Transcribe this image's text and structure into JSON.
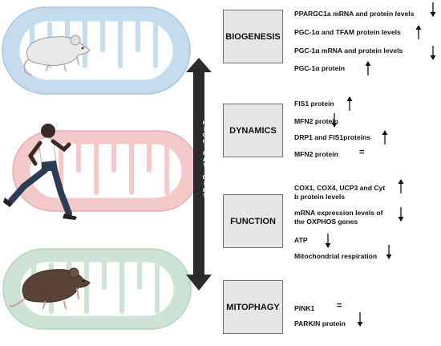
{
  "arrow_label": "HIGH FAT DIET",
  "categories": [
    {
      "name": "BIOGENESIS",
      "items": [
        {
          "text": "PPARGC1a mRNA and protein levels",
          "effect": "down"
        },
        {
          "text": "PGC-1α and TFAM protein levels",
          "effect": "up"
        },
        {
          "text": "PGC-1α mRNA and protein levels",
          "effect": "down"
        },
        {
          "text": "PGC-1α protein",
          "effect": "up"
        }
      ]
    },
    {
      "name": "DYNAMICS",
      "items": [
        {
          "text": "FIS1 protein",
          "effect": "up"
        },
        {
          "text": "MFN2 protein",
          "effect": "down"
        },
        {
          "text": "DRP1 and FIS1proteins",
          "effect": "up"
        },
        {
          "text": "MFN2 protein",
          "effect": "equal"
        }
      ]
    },
    {
      "name": "FUNCTION",
      "items": [
        {
          "text": "COX1, COX4, UCP3 and Cyt b protein levels",
          "effect": "up"
        },
        {
          "text": "mRNA expression levels of the OXPHOS genes",
          "effect": "down"
        },
        {
          "text": "ATP",
          "effect": "down"
        },
        {
          "text": "Mitochondrial respiration",
          "effect": "down"
        }
      ]
    },
    {
      "name": "MITOPHAGY",
      "items": [
        {
          "text": "PINK1",
          "effect": "equal"
        },
        {
          "text": "PARKIN protein",
          "effect": "down"
        }
      ]
    }
  ],
  "colors": {
    "mito_blue": "#c5dcee",
    "mito_red": "#f3c9c9",
    "mito_green": "#cde3d6",
    "arrow": "#2b2b2b",
    "box_fill": "#e6e6e6"
  }
}
